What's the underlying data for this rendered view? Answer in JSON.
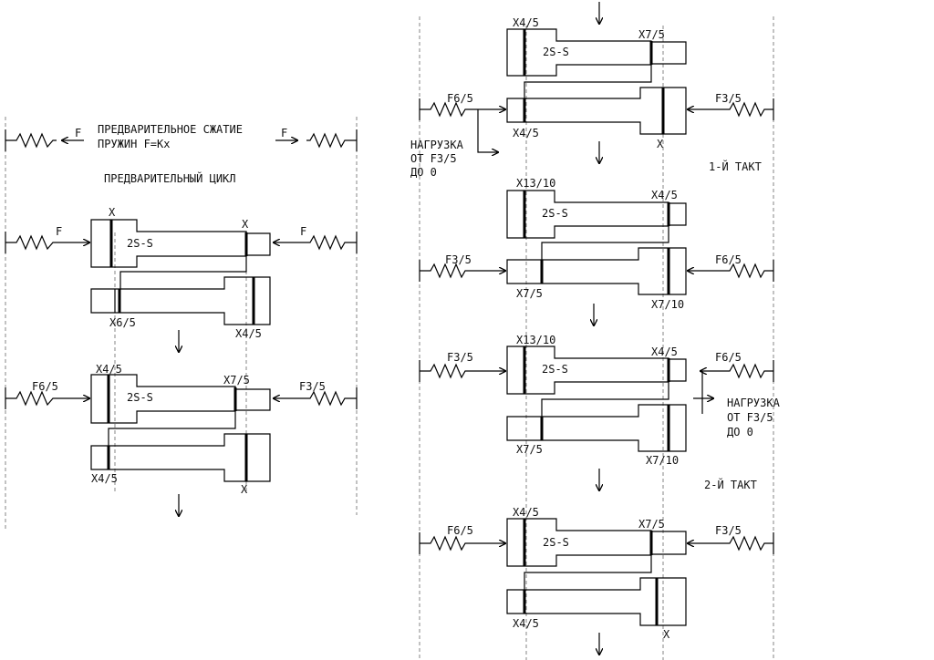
{
  "left": {
    "preload_line1": "ПРЕДВАРИТЕЛЬНОЕ СЖАТИЕ",
    "preload_line2": "ПРУЖИН F=Kx",
    "cycle_title": "ПРЕДВАРИТЕЛЬНЫЙ ЦИКЛ",
    "F": "F",
    "X": "X",
    "part": "2S-S",
    "X65": "X6/5",
    "X45": "X4/5",
    "X75": "X7/5",
    "F65": "F6/5",
    "F35": "F3/5"
  },
  "right": {
    "X45": "X4/5",
    "X75": "X7/5",
    "X135": "X13/10",
    "X710": "X7/10",
    "X": "X",
    "part": "2S-S",
    "F65": "F6/5",
    "F35": "F3/5",
    "load1": "НАГРУЗКА",
    "load2": "ОТ F3/5",
    "load3": "ДО 0",
    "tact1": "1-Й ТАКТ",
    "tact2": "2-Й ТАКТ"
  }
}
